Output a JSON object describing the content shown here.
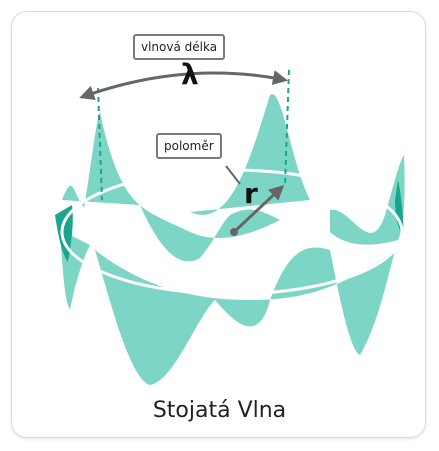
{
  "labels": {
    "wavelength": "vlnová délka",
    "lambda_symbol": "λ",
    "radius": "poloměr",
    "radius_symbol": "r",
    "title": "Stojatá Vlna"
  },
  "colors": {
    "wave_fill": "#7dd5c5",
    "wave_dark": "#1aa58f",
    "ring_stroke": "#ffffff",
    "arrow": "#666666",
    "dashed": "#1aa58f"
  },
  "icons": [
    "wavelength-arrow-icon",
    "radius-arrow-icon"
  ]
}
